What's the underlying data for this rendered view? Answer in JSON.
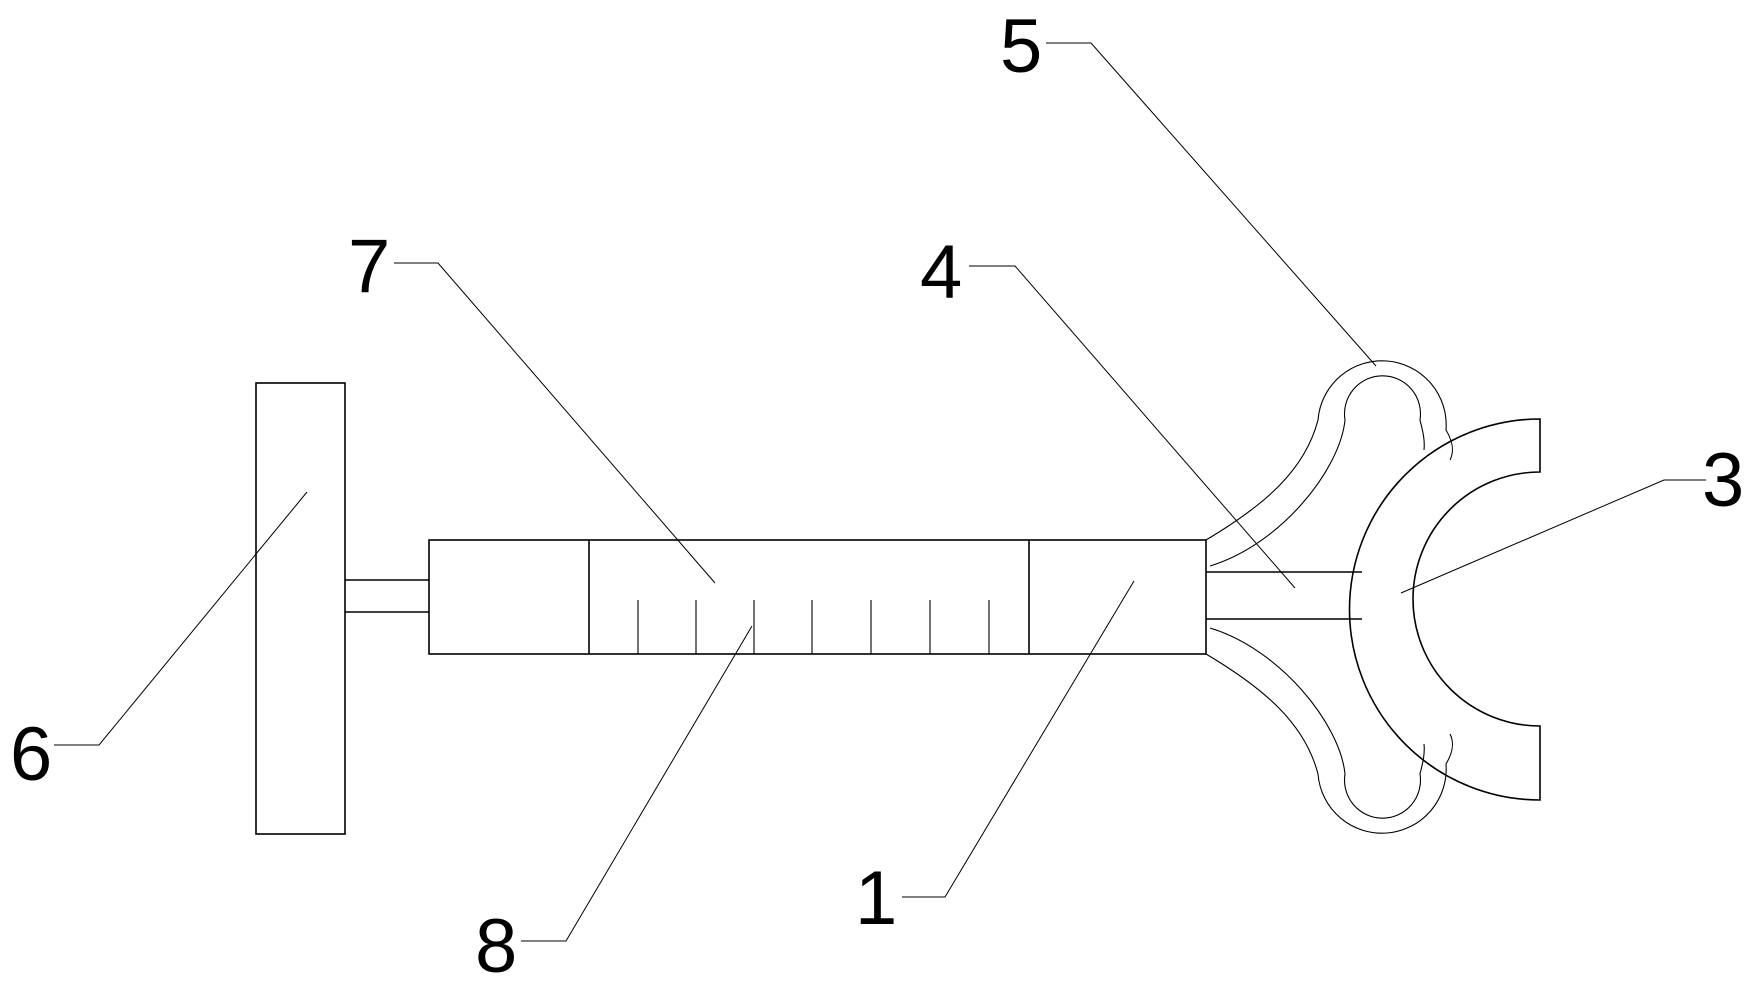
{
  "callouts": [
    {
      "id": "1",
      "text": "1"
    },
    {
      "id": "3",
      "text": "3"
    },
    {
      "id": "4",
      "text": "4"
    },
    {
      "id": "5",
      "text": "5"
    },
    {
      "id": "6",
      "text": "6"
    },
    {
      "id": "7",
      "text": "7"
    },
    {
      "id": "8",
      "text": "8"
    }
  ],
  "colors": {
    "line": "#000000",
    "background": "#ffffff"
  }
}
